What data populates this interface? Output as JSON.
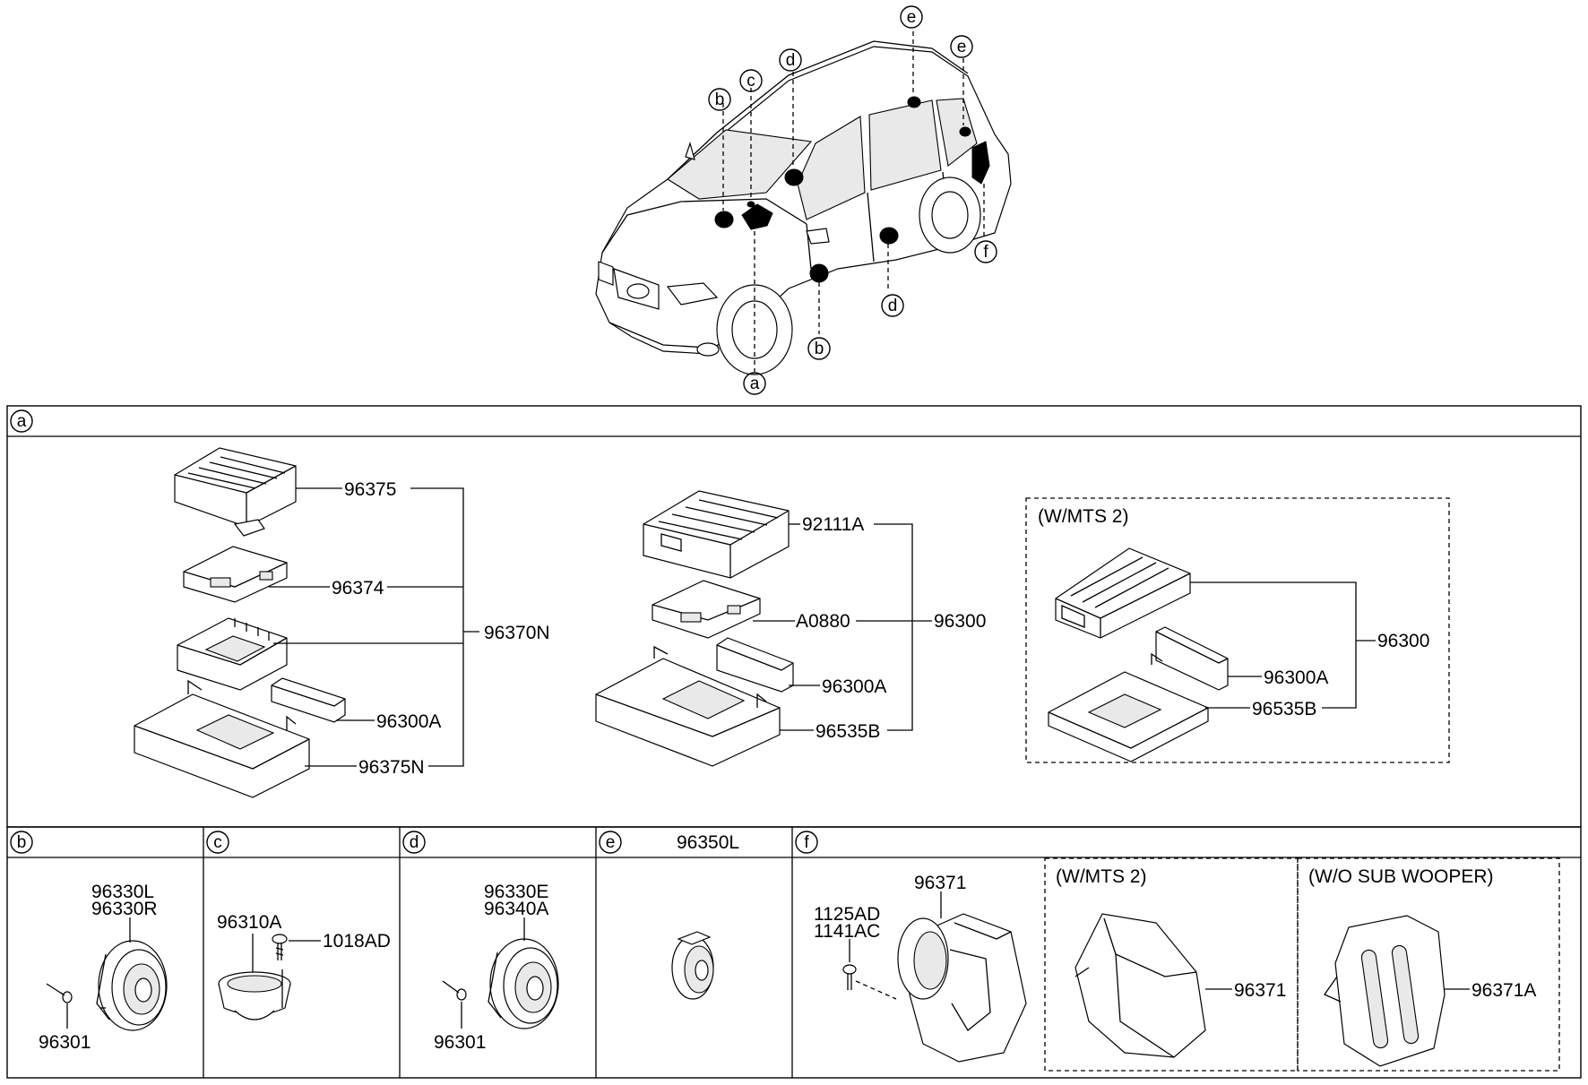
{
  "vehicle_callouts": [
    "a",
    "b",
    "c",
    "d",
    "e",
    "f"
  ],
  "section_a": {
    "id": "a",
    "group1": {
      "parts": [
        "96375",
        "96374",
        "96300A",
        "96375N"
      ],
      "assembly": "96370N"
    },
    "group2": {
      "parts": [
        "92111A",
        "A0880",
        "96300A",
        "96535B"
      ],
      "assembly": "96300"
    },
    "group3": {
      "variant": "(W/MTS 2)",
      "parts": [
        "96300A",
        "96535B"
      ],
      "assembly": "96300"
    }
  },
  "section_b": {
    "id": "b",
    "labels": [
      "96330L",
      "96330R",
      "96301"
    ]
  },
  "section_c": {
    "id": "c",
    "labels": [
      "96310A",
      "1018AD"
    ]
  },
  "section_d": {
    "id": "d",
    "labels": [
      "96330E",
      "96340A",
      "96301"
    ]
  },
  "section_e": {
    "id": "e",
    "header": "96350L"
  },
  "section_f": {
    "id": "f",
    "labels": [
      "96371",
      "1125AD",
      "1141AC"
    ],
    "variant1": {
      "title": "(W/MTS 2)",
      "label": "96371"
    },
    "variant2": {
      "title": "(W/O SUB WOOPER)",
      "label": "96371A"
    }
  }
}
